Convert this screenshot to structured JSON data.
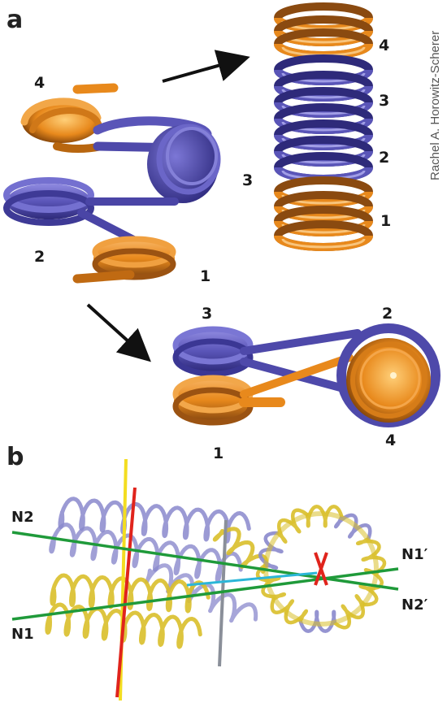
{
  "panels": {
    "a": "a",
    "b": "b"
  },
  "credit": "Rachel A. Horowitz-Scherer",
  "panel_a": {
    "left_labels": [
      "4",
      "3",
      "2",
      "1"
    ],
    "stack_labels": [
      "4",
      "3",
      "2",
      "1"
    ],
    "bottom_labels": [
      "3",
      "2",
      "1",
      "4"
    ]
  },
  "panel_b": {
    "axis_labels": [
      "N2",
      "N1",
      "N1′",
      "N2′"
    ]
  },
  "colors": {
    "orange": "#e8891c",
    "orange_dark": "#8a4a10",
    "blue": "#5a55b8",
    "blue_dark": "#2e2a7a",
    "ribbon_yellow": "#d9bf2a",
    "ribbon_blue": "#8a88cc",
    "axis_green": "#1f9a3a",
    "axis_red": "#e0241c",
    "axis_yellow": "#f3dd20",
    "axis_cyan": "#2bb6d8",
    "axis_gray": "#8a8f99"
  }
}
